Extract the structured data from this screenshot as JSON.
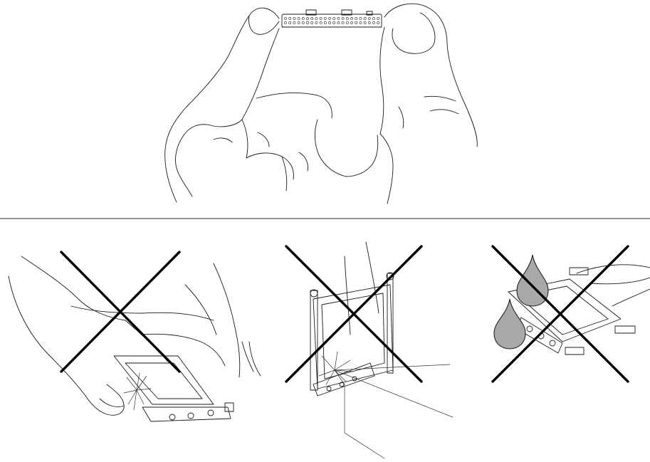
{
  "figure": {
    "background": "#ffffff",
    "line_color": "#1a1a1a",
    "cross_color": "#000000",
    "drop_color": "#a8a8a8"
  },
  "panels": [
    {
      "id": "correct-handling",
      "status": "allowed"
    },
    {
      "id": "no-squeezing",
      "status": "prohibited"
    },
    {
      "id": "no-electrostatic-discharge",
      "status": "prohibited"
    },
    {
      "id": "no-liquids",
      "status": "prohibited"
    }
  ]
}
